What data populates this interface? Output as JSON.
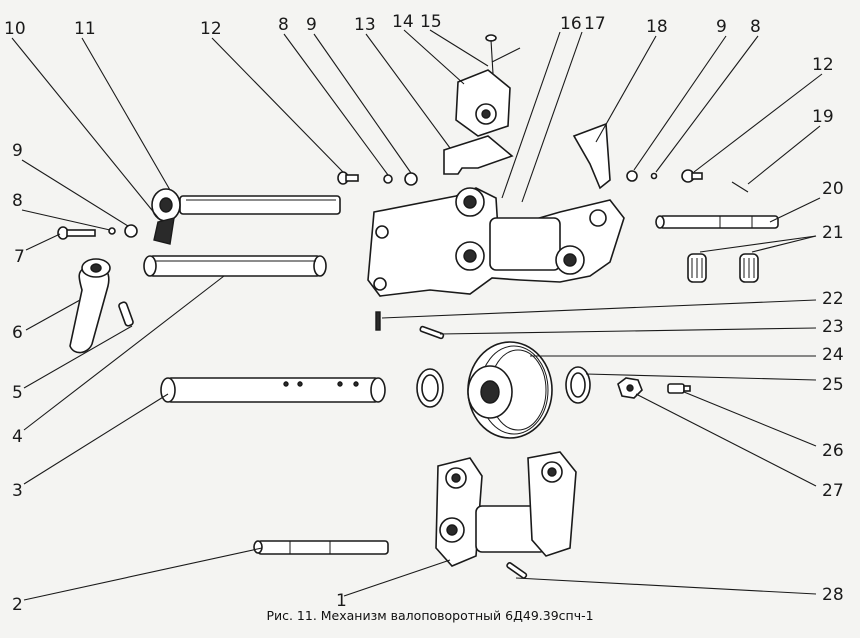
{
  "caption": "Рис. 11. Механизм валоповоротный 6Д49.39спч-1",
  "callouts": [
    "10",
    "11",
    "12",
    "8",
    "9",
    "13",
    "14",
    "15",
    "16",
    "17",
    "18",
    "9",
    "8",
    "12",
    "19",
    "9",
    "8",
    "7",
    "20",
    "21",
    "6",
    "22",
    "5",
    "23",
    "24",
    "25",
    "4",
    "26",
    "3",
    "27",
    "2",
    "1",
    "28"
  ]
}
